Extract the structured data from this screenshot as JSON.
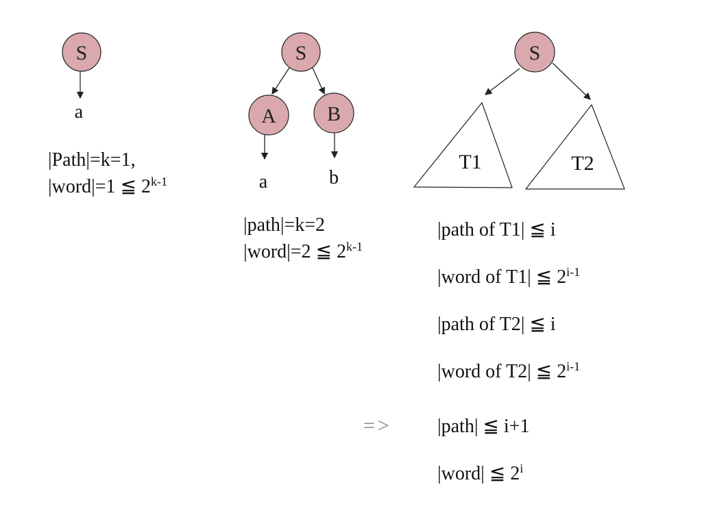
{
  "tree1": {
    "root": "S",
    "leaf": "a",
    "line1": "|Path|=k=1,",
    "line2_main": "|word|=1 ≦ 2",
    "line2_sup": "k-1"
  },
  "tree2": {
    "root": "S",
    "left": "A",
    "right": "B",
    "leaf_left": "a",
    "leaf_right": "b",
    "line1": "|path|=k=2",
    "line2_main": "|word|=2 ≦ 2",
    "line2_sup": "k-1"
  },
  "tree3": {
    "root": "S",
    "sub_left": "T1",
    "sub_right": "T2"
  },
  "conditions": [
    {
      "main": "|path of T1| ≦ i",
      "sup": ""
    },
    {
      "main": "|word of T1| ≦ 2",
      "sup": "i-1"
    },
    {
      "main": "|path of T2| ≦ i",
      "sup": ""
    },
    {
      "main": "|word of T2| ≦ 2",
      "sup": "i-1"
    }
  ],
  "implies": "=>",
  "results": [
    {
      "main": "|path| ≦ i+1",
      "sup": ""
    },
    {
      "main": "|word| ≦ 2",
      "sup": "i"
    }
  ],
  "colors": {
    "node_fill": "#d9a9ad",
    "arrow_text": "#888888"
  }
}
